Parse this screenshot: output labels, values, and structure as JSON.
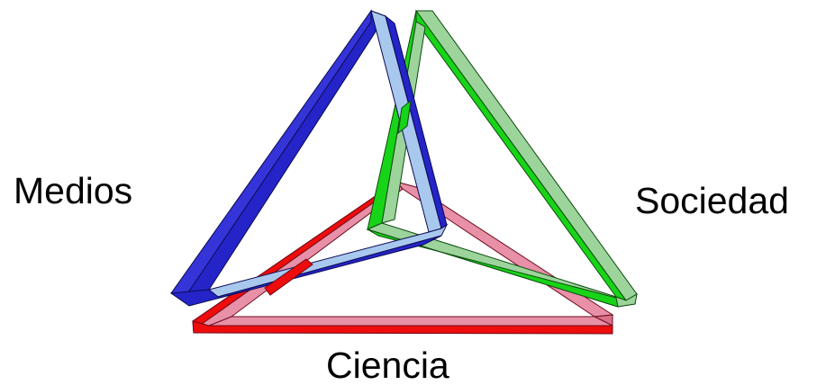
{
  "labels": {
    "left": "Medios",
    "right": "Sociedad",
    "bottom": "Ciencia"
  },
  "frames": [
    {
      "name": "blue-frame",
      "color_dark": "#2424c8",
      "color_light": "#a9c8ee"
    },
    {
      "name": "green-frame",
      "color_dark": "#18d418",
      "color_light": "#9cd49c"
    },
    {
      "name": "red-frame",
      "color_dark": "#ee0c0c",
      "color_light": "#e890a8"
    }
  ]
}
